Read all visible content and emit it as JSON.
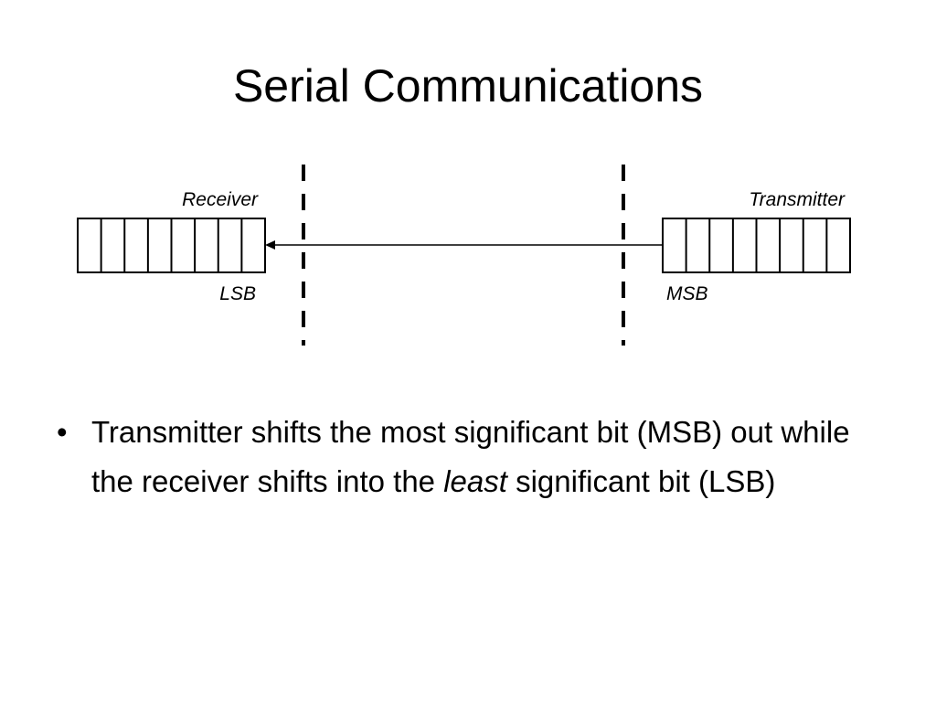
{
  "slide": {
    "title": "Serial Communications"
  },
  "diagram": {
    "receiver_label": "Receiver",
    "transmitter_label": "Transmitter",
    "lsb_label": "LSB",
    "msb_label": "MSB",
    "receiver_register_cells": 8,
    "transmitter_register_cells": 8,
    "arrow_direction": "transmitter-to-receiver"
  },
  "bullets": [
    {
      "marker": "•",
      "text_before": "Transmitter shifts the most significant bit (MSB) out while the receiver shifts into the ",
      "emphasis": "least",
      "text_after": " significant bit (LSB)"
    }
  ]
}
